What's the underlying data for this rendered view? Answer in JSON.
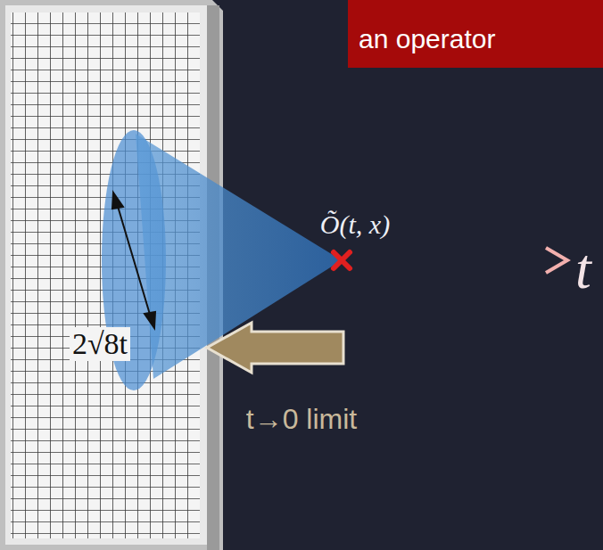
{
  "diagram": {
    "nodes": [
      {
        "text": [
          "an operator"
        ]
      }
    ],
    "labels": [
      "Õ(t, x)",
      "t",
      "2√8t",
      "t→0 limit"
    ]
  }
}
